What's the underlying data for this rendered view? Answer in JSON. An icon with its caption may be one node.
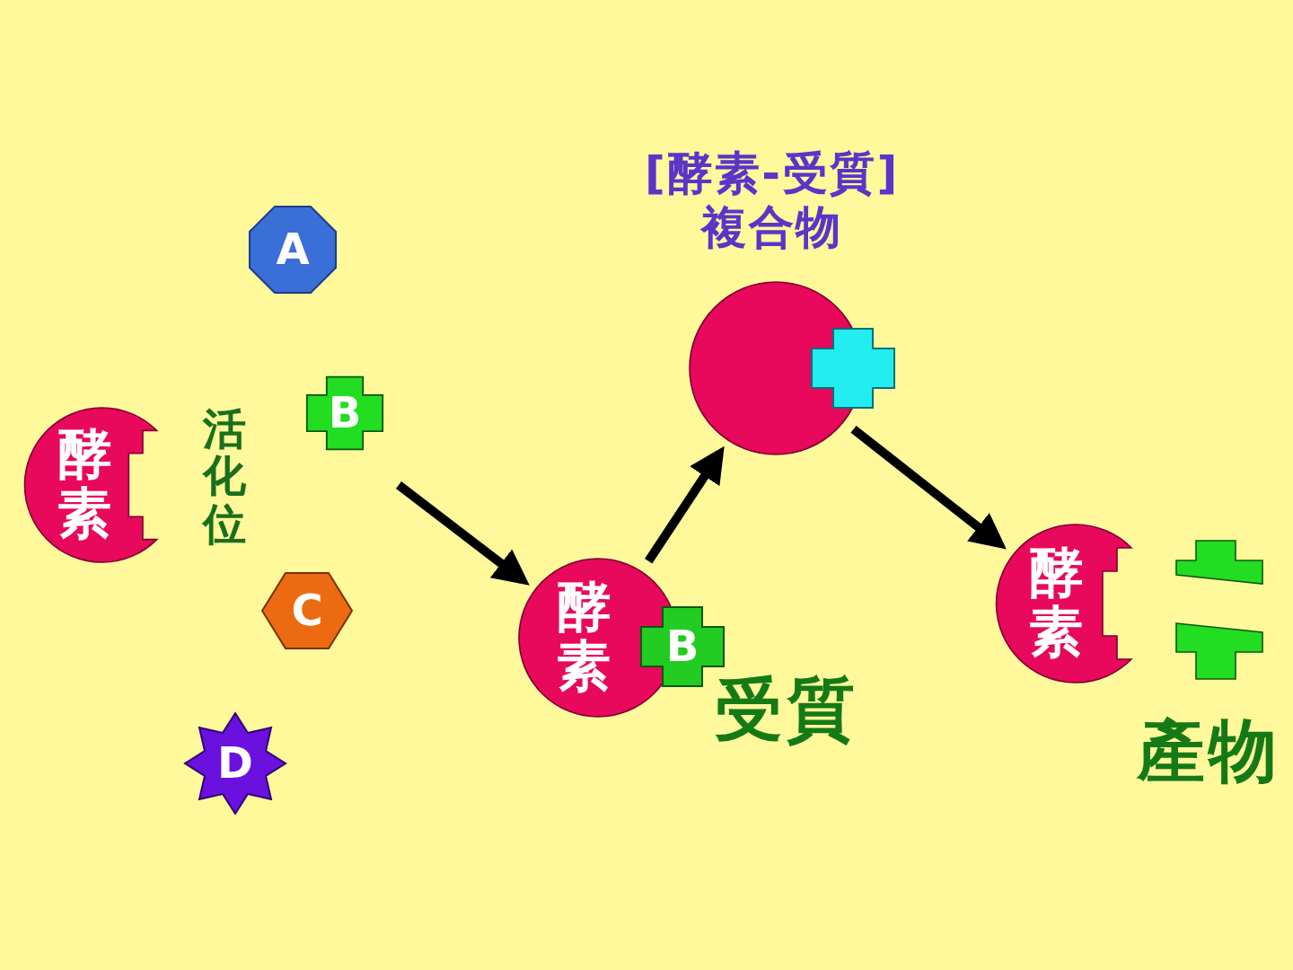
{
  "diagram": {
    "nodes": [
      {
        "text": [
          "酵素"
        ],
        "beside": [
          "活化位"
        ]
      },
      {
        "text": [
          "A"
        ]
      },
      {
        "text": [
          "B"
        ]
      },
      {
        "text": [
          "C"
        ]
      },
      {
        "text": [
          "D"
        ]
      },
      {
        "text": [
          "酵素"
        ]
      },
      {
        "text": [
          "B"
        ],
        "beside": [
          "受質"
        ]
      },
      {
        "text": [
          "[酵素-受質]",
          "複合物"
        ]
      },
      {
        "text": [
          "酵素"
        ]
      },
      {
        "text": [],
        "shape": "cross",
        "beside": [
          "產物"
        ]
      }
    ],
    "edges": [
      {
        "from": null,
        "to": 5,
        "arrow": "to"
      },
      {
        "from": 5,
        "to": 7,
        "arrow": "to"
      },
      {
        "from": 7,
        "to": 8,
        "arrow": "to"
      }
    ]
  }
}
